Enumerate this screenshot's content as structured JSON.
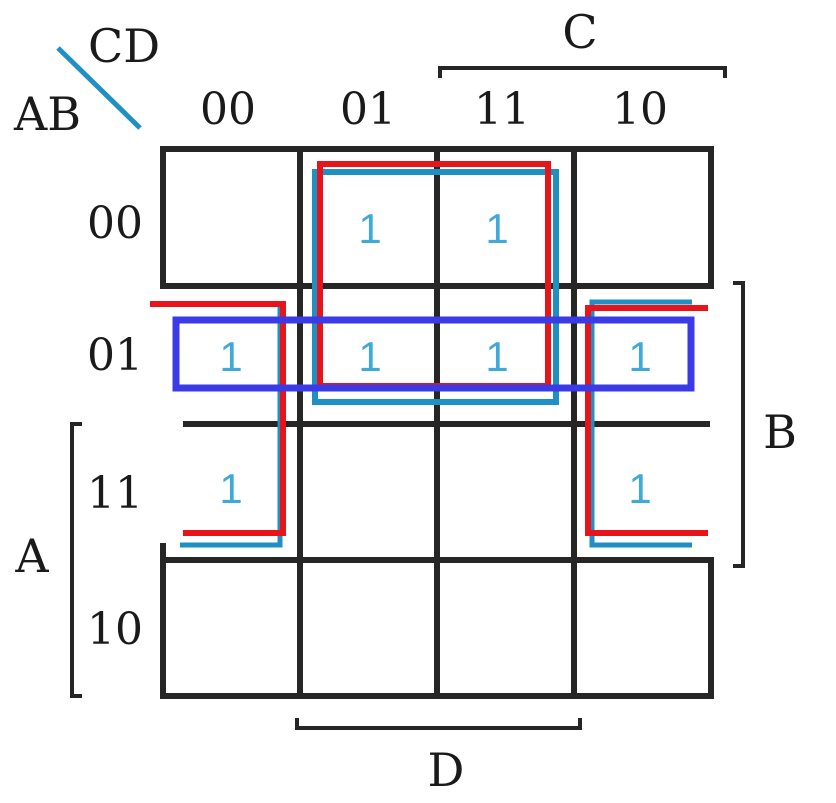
{
  "map": {
    "row_variables": "AB",
    "col_variables": "CD",
    "col_headers": [
      "00",
      "01",
      "11",
      "10"
    ],
    "row_headers": [
      "00",
      "01",
      "11",
      "10"
    ],
    "cells": [
      [
        "",
        "1",
        "1",
        ""
      ],
      [
        "1",
        "1",
        "1",
        "1"
      ],
      [
        "1",
        "",
        "",
        "1"
      ],
      [
        "",
        "",
        "",
        ""
      ]
    ],
    "labels": {
      "A": "A",
      "B": "B",
      "C": "C",
      "D": "D"
    }
  },
  "colors": {
    "grid": "#262626",
    "ones_text": "#3fa9d8",
    "group_red": "#e8141c",
    "group_cyan": "#1f8fc4",
    "group_blue": "#3a3ae6",
    "diagonal": "#1f8fc4"
  }
}
